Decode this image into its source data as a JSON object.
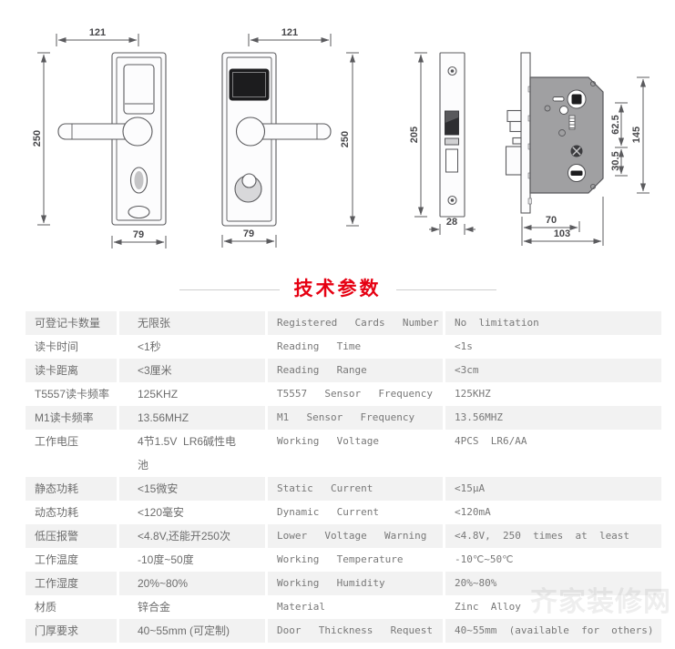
{
  "accent_color": "#e60012",
  "section_title": "技术参数",
  "drawings": {
    "inner_panel": {
      "width": "121",
      "height": "250",
      "plate_width": "79"
    },
    "outer_panel": {
      "width": "121",
      "height": "250",
      "plate_width": "79"
    },
    "faceplate": {
      "height": "205",
      "width": "28"
    },
    "lock_body": {
      "spindle_to_screw": "62.5",
      "screw_to_cylinder": "30.5",
      "height": "145",
      "backset": "70",
      "depth": "103"
    }
  },
  "spec_table": {
    "rows": [
      {
        "cn_label": "可登记卡数量",
        "cn_value": "无限张",
        "en_label": "Registered  Cards  Number",
        "en_value": "No  limitation"
      },
      {
        "cn_label": "读卡时间",
        "cn_value": "<1秒",
        "en_label": "Reading  Time",
        "en_value": "<1s"
      },
      {
        "cn_label": "读卡距离",
        "cn_value": "<3厘米",
        "en_label": "Reading  Range",
        "en_value": "<3cm"
      },
      {
        "cn_label": "T5557读卡频率",
        "cn_value": "125KHZ",
        "en_label": "T5557  Sensor  Frequency",
        "en_value": "125KHZ"
      },
      {
        "cn_label": "M1读卡频率",
        "cn_value": "13.56MHZ",
        "en_label": "M1  Sensor  Frequency",
        "en_value": "13.56MHZ"
      },
      {
        "cn_label": "工作电压",
        "cn_value": "4节1.5V  LR6碱性电池",
        "en_label": "Working  Voltage",
        "en_value": "4PCS  LR6/AA"
      },
      {
        "cn_label": "静态功耗",
        "cn_value": "<15微安",
        "en_label": "Static  Current",
        "en_value": "<15μA"
      },
      {
        "cn_label": "动态功耗",
        "cn_value": "<120毫安",
        "en_label": "Dynamic  Current",
        "en_value": "<120mA"
      },
      {
        "cn_label": "低压报警",
        "cn_value": "<4.8V,还能开250次",
        "en_label": "Lower  Voltage  Warning",
        "en_value": "<4.8V,  250  times  at  least"
      },
      {
        "cn_label": "工作温度",
        "cn_value": "-10度~50度",
        "en_label": "Working  Temperature",
        "en_value": "-10℃~50℃"
      },
      {
        "cn_label": "工作湿度",
        "cn_value": "20%~80%",
        "en_label": "Working  Humidity",
        "en_value": "20%~80%"
      },
      {
        "cn_label": "材质",
        "cn_value": "锌合金",
        "en_label": "Material",
        "en_value": "Zinc  Alloy"
      },
      {
        "cn_label": "门厚要求",
        "cn_value": "40~55mm (可定制)",
        "en_label": "Door  Thickness  Request",
        "en_value": "40~55mm  (available  for  others)"
      }
    ]
  },
  "watermark": "齐家装修网"
}
